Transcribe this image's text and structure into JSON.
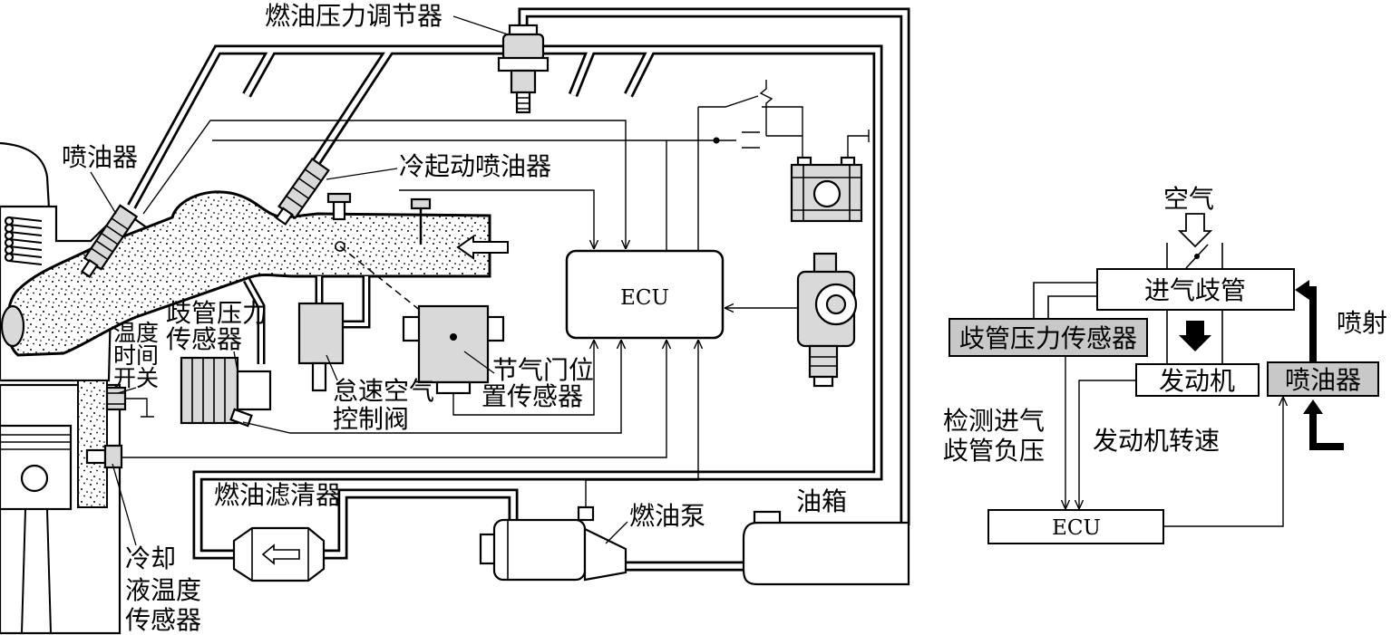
{
  "left": {
    "pressure_regulator": "燃油压力调节器",
    "injector": "喷油器",
    "cold_start_injector": "冷起动喷油器",
    "ecu": "ECU",
    "manifold_pressure_sensor": [
      "歧管压力",
      "传感器"
    ],
    "thermo_time_switch": [
      "温度",
      "时间",
      "开关"
    ],
    "idle_air_valve": [
      "怠速空气",
      "控制阀"
    ],
    "throttle_sensor": [
      "节气门位",
      "置传感器"
    ],
    "fuel_filter": "燃油滤清器",
    "fuel_pump": "燃油泵",
    "fuel_tank": "油箱",
    "coolant_sensor": [
      "冷却",
      "液温度",
      "传感器"
    ]
  },
  "right": {
    "air": "空气",
    "intake_manifold": "进气歧管",
    "manifold_pressure_sensor": "歧管压力传感器",
    "engine": "发动机",
    "injector": "喷油器",
    "injection": "喷射",
    "detect_vacuum": [
      "检测进气",
      "歧管负压"
    ],
    "engine_speed": "发动机转速",
    "ecu": "ECU"
  },
  "colors": {
    "line": "#000000",
    "highlight_box": "#c8c8c8",
    "component_fill": "#d9d9d9"
  }
}
